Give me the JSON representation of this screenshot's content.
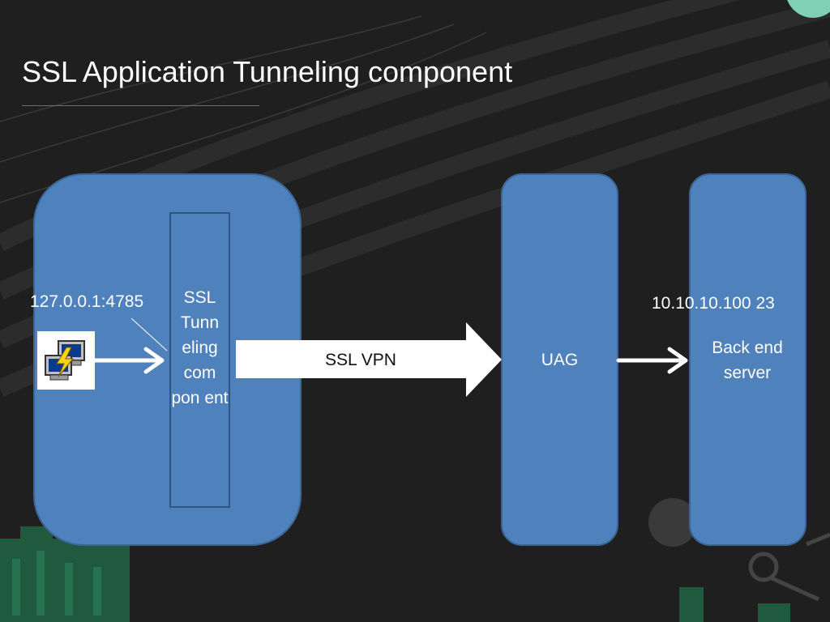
{
  "slide": {
    "title": "SSL Application Tunneling component"
  },
  "diagram": {
    "client_address": "127.0.0.1:4785",
    "tunnel_label": "SSL Tunn eling com pon ent",
    "vpn_label": "SSL VPN",
    "gateway_label": "UAG",
    "server_address": "10.10.10.100 23",
    "server_label": "Back end server",
    "app_icon": "putty-terminal-icon"
  },
  "colors": {
    "background": "#1f1f1f",
    "box_fill": "#4f81bd",
    "box_border": "#3b6596",
    "text": "#ffffff",
    "accent_green": "#7fd0b4"
  }
}
